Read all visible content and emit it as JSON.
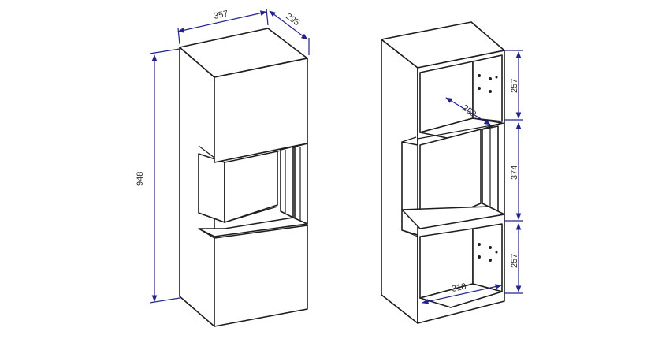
{
  "dimensions": {
    "width": "357",
    "depth": "295",
    "height": "948",
    "shelf_depth": "258",
    "top_compartment": "257",
    "middle_compartment": "374",
    "bottom_compartment": "257",
    "inner_width": "318"
  },
  "colors": {
    "line": "#1e1e1e",
    "dimension": "#23238f",
    "label": "#333333"
  }
}
